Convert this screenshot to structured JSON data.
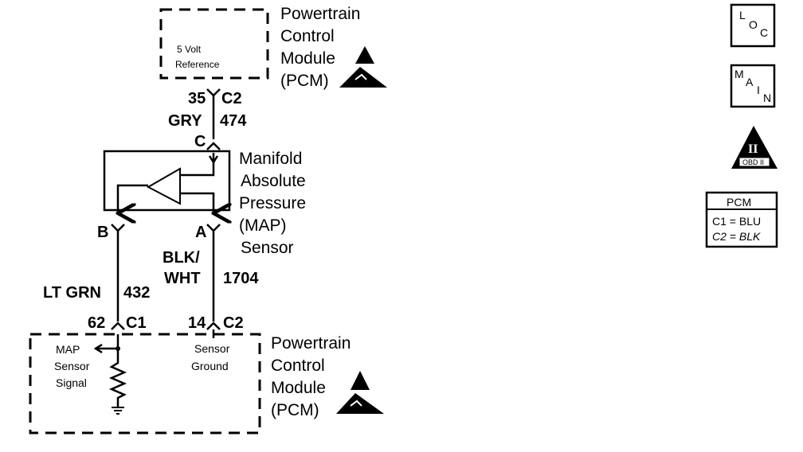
{
  "pcm_top": {
    "name_lines": [
      "Powertrain",
      "Control",
      "Module",
      "(PCM)"
    ],
    "internal_label": [
      "5 Volt",
      "Reference"
    ]
  },
  "top_connector": {
    "pin": "35",
    "connector": "C2",
    "wire_color": "GRY",
    "circuit": "474"
  },
  "sensor": {
    "name_lines": [
      "Manifold",
      "Absolute",
      "Pressure",
      "(MAP)",
      "Sensor"
    ],
    "terminal_c": "C",
    "terminal_b": "B",
    "terminal_a": "A"
  },
  "left_wire": {
    "wire_color": "LT GRN",
    "circuit": "432",
    "pin": "62",
    "connector": "C1"
  },
  "right_wire": {
    "wire_color_lines": [
      "BLK/",
      "WHT"
    ],
    "circuit": "1704",
    "pin": "14",
    "connector": "C2"
  },
  "pcm_bottom": {
    "name_lines": [
      "Powertrain",
      "Control",
      "Module",
      "(PCM)"
    ],
    "signal_label": [
      "MAP",
      "Sensor",
      "Signal"
    ],
    "ground_label": [
      "Sensor",
      "Ground"
    ]
  },
  "legend": {
    "loc_letters": [
      "L",
      "O",
      "C"
    ],
    "main_letters": [
      "M",
      "A",
      "I",
      "N"
    ],
    "obd_label": "OBD II",
    "obd_numeral": "II",
    "pcm_table_title": "PCM",
    "pcm_table_rows": [
      "C1 = BLU",
      "C2 = BLK"
    ]
  }
}
